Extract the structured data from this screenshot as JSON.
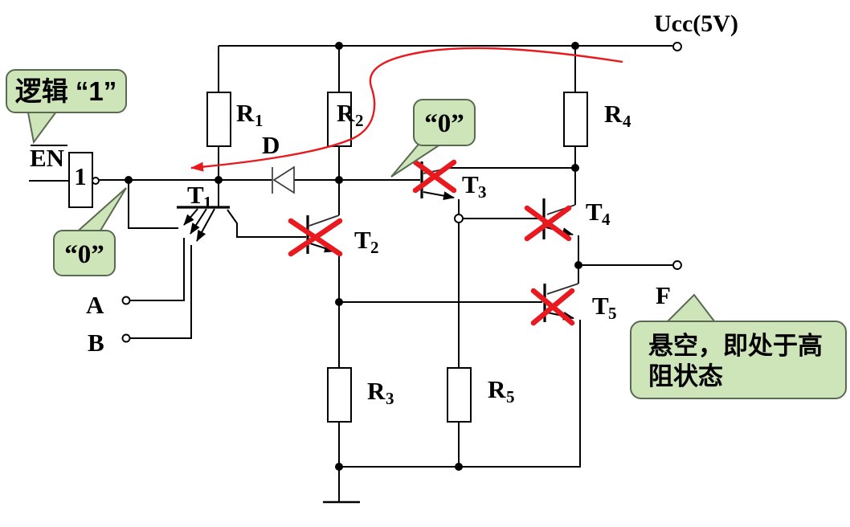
{
  "colors": {
    "annotation_red": "#e8191f",
    "callout_fill": "#cde5b8",
    "callout_border": "#5a6a52",
    "wire": "#000000"
  },
  "power": {
    "label": "Ucc(5V)"
  },
  "gate": {
    "enable_label": "EN",
    "symbol": "1"
  },
  "inputs": {
    "a": "A",
    "b": "B"
  },
  "output": {
    "label": "F"
  },
  "components": {
    "r1": {
      "name": "R",
      "sub": "1"
    },
    "r2": {
      "name": "R",
      "sub": "2"
    },
    "r3": {
      "name": "R",
      "sub": "3"
    },
    "r4": {
      "name": "R",
      "sub": "4"
    },
    "r5": {
      "name": "R",
      "sub": "5"
    },
    "t1": {
      "name": "T",
      "sub": "1"
    },
    "t2": {
      "name": "T",
      "sub": "2"
    },
    "t3": {
      "name": "T",
      "sub": "3"
    },
    "t4": {
      "name": "T",
      "sub": "4"
    },
    "t5": {
      "name": "T",
      "sub": "5"
    },
    "d": {
      "name": "D"
    }
  },
  "callouts": {
    "logic_one": "逻辑 “1”",
    "zero_en": "“0”",
    "zero_t3": "“0”",
    "float_note_line1": "悬空，即处于高",
    "float_note_line2": "阻状态"
  }
}
